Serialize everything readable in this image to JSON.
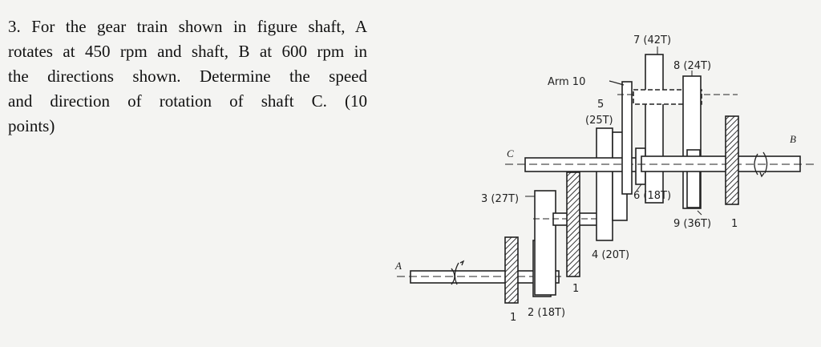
{
  "question": {
    "lines": [
      "3. For the gear train shown in figure shaft, A",
      "rotates at 450 rpm and shaft, B at 600 rpm in",
      "the directions shown. Determine the speed",
      "and direction of rotation of shaft C. (10",
      "points)"
    ]
  },
  "diagram": {
    "labels": {
      "gear7": "7 (42T)",
      "gear8": "8 (24T)",
      "arm": "Arm 10",
      "gear5_num": "5",
      "gear5_teeth": "(25T)",
      "shaftC": "C",
      "shaftB": "B",
      "shaftA": "A",
      "gear6": "6 (18T)",
      "gear3": "3 (27T)",
      "gear9": "9 (36T)",
      "frame1_right": "1",
      "gear4": "4 (20T)",
      "frame1_mid": "1",
      "gear2": "2 (18T)",
      "frame1_bottom": "1"
    }
  }
}
